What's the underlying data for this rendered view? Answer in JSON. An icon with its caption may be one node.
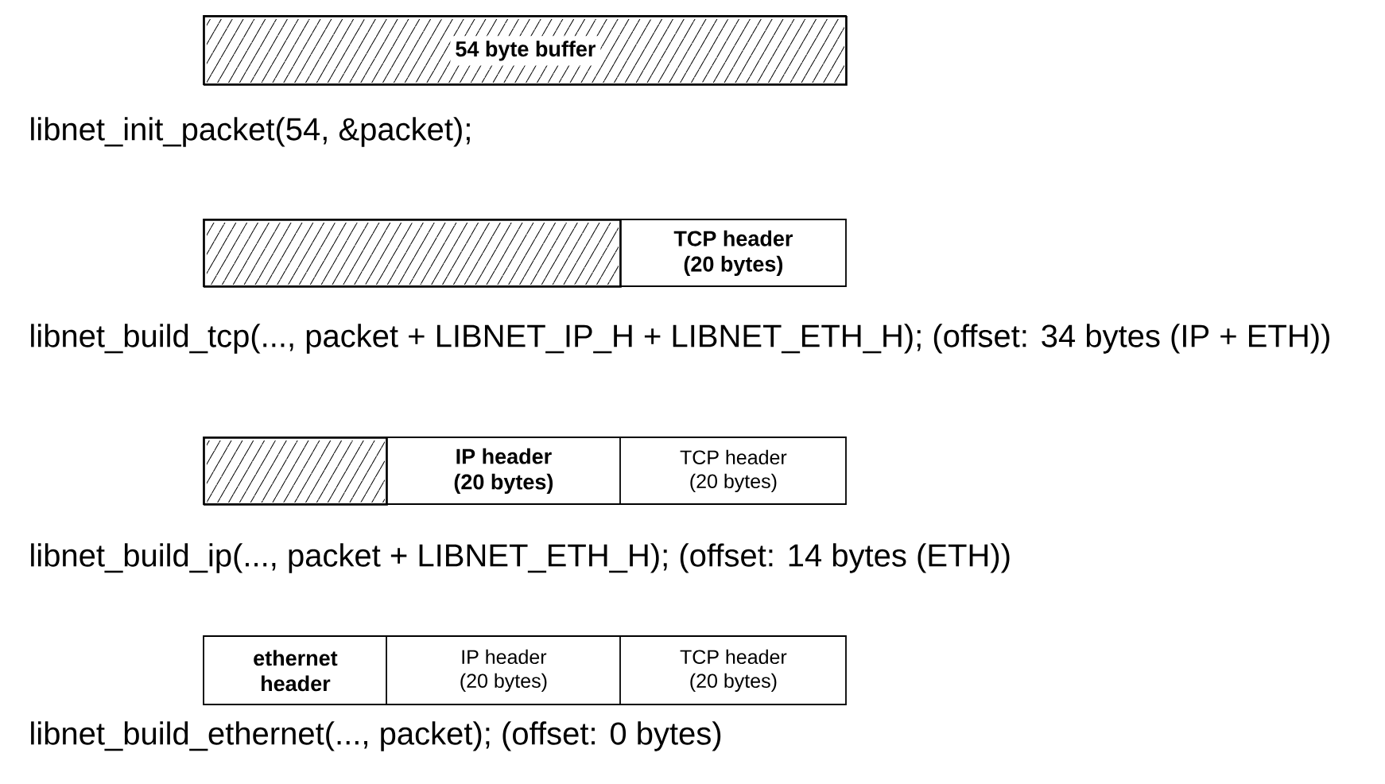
{
  "diagram": {
    "nodes": [
      {
        "text": [
          "54 byte buffer"
        ]
      },
      {
        "text": [],
        "shape": "box"
      },
      {
        "text": [
          "TCP header (20 bytes)"
        ]
      },
      {
        "text": [],
        "shape": "box"
      },
      {
        "text": [
          "IP header (20 bytes)"
        ]
      },
      {
        "text": [
          "TCP header (20 bytes)"
        ]
      },
      {
        "text": [
          "ethernet header"
        ]
      },
      {
        "text": [
          "IP header (20 bytes)"
        ]
      },
      {
        "text": [
          "TCP header (20 bytes)"
        ]
      }
    ],
    "edges": [],
    "labels": [
      "libnet_init_packet(54, &packet);",
      "libnet_build_tcp(..., packet + LIBNET_IP_H + LIBNET_ETH_H);  (offset: 34 bytes (IP + ETH))",
      "libnet_build_ip(..., packet + LIBNET_ETH_H);  (offset: 14 bytes (ETH))",
      "libnet_build_ethernet(..., packet);  (offset: 0 bytes)"
    ]
  }
}
